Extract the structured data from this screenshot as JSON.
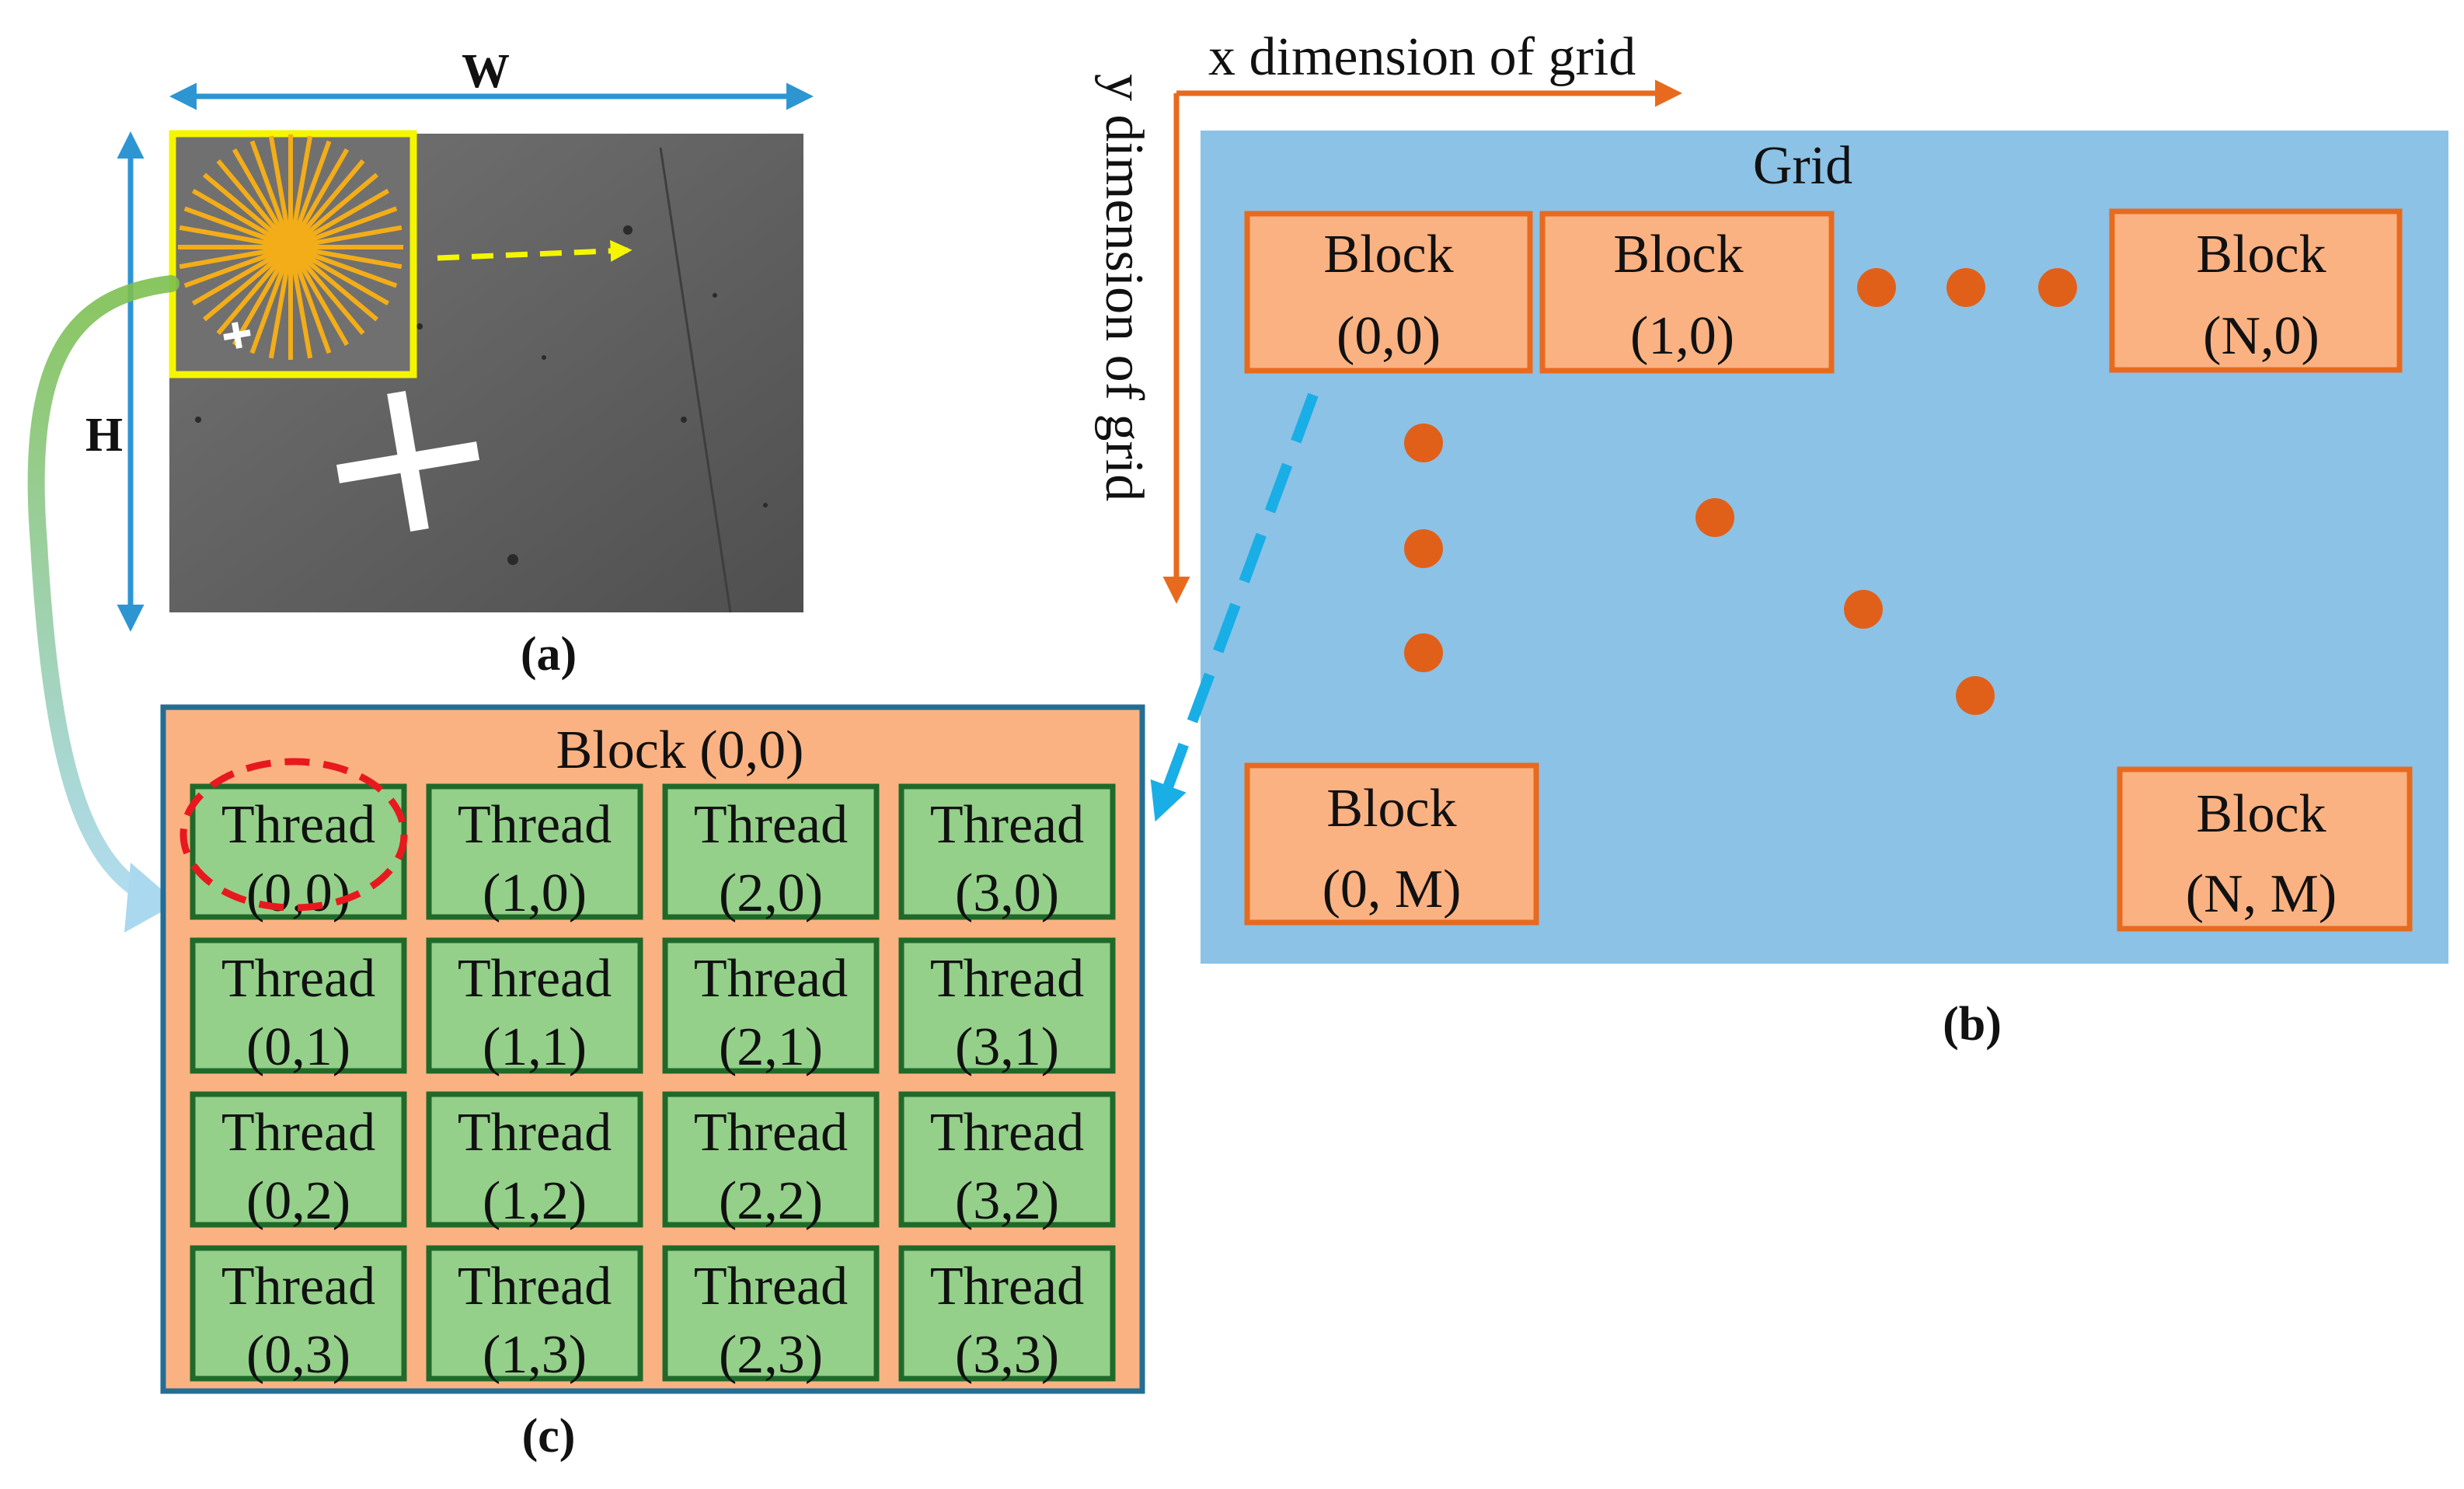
{
  "panel_a": {
    "width_label": "W",
    "height_label": "H",
    "caption": "(a)"
  },
  "panel_b": {
    "x_axis_label": "x dimension of grid",
    "y_axis_label": "y dimension of grid",
    "grid_label": "Grid",
    "caption": "(b)",
    "blocks": [
      {
        "title": "Block",
        "coord": "(0,0)"
      },
      {
        "title": "Block",
        "coord": "(1,0)"
      },
      {
        "title": "Block",
        "coord": "(N,0)"
      },
      {
        "title": "Block",
        "coord": "(0, M)"
      },
      {
        "title": "Block",
        "coord": "(N, M)"
      }
    ]
  },
  "panel_c": {
    "block_label": "Block (0,0)",
    "caption": "(c)",
    "threads": [
      {
        "title": "Thread",
        "coord": "(0,0)"
      },
      {
        "title": "Thread",
        "coord": "(1,0)"
      },
      {
        "title": "Thread",
        "coord": "(2,0)"
      },
      {
        "title": "Thread",
        "coord": "(3,0)"
      },
      {
        "title": "Thread",
        "coord": "(0,1)"
      },
      {
        "title": "Thread",
        "coord": "(1,1)"
      },
      {
        "title": "Thread",
        "coord": "(2,1)"
      },
      {
        "title": "Thread",
        "coord": "(3,1)"
      },
      {
        "title": "Thread",
        "coord": "(0,2)"
      },
      {
        "title": "Thread",
        "coord": "(1,2)"
      },
      {
        "title": "Thread",
        "coord": "(2,2)"
      },
      {
        "title": "Thread",
        "coord": "(3,2)"
      },
      {
        "title": "Thread",
        "coord": "(0,3)"
      },
      {
        "title": "Thread",
        "coord": "(1,3)"
      },
      {
        "title": "Thread",
        "coord": "(2,3)"
      },
      {
        "title": "Thread",
        "coord": "(3,3)"
      }
    ]
  },
  "colors": {
    "arrow_blue": "#2e95d3",
    "grid_bg": "#8cc2e6",
    "block_fill": "#fbb282",
    "block_stroke": "#e86a1e",
    "dot": "#e0601a",
    "thread_fill": "#94d08a",
    "thread_stroke": "#1f6a2a",
    "panel_c_border": "#246e94",
    "image_bg": "#606060",
    "highlight_yellow": "#f5f500",
    "sunburst": "#f3ad18",
    "dashed_red": "#e8191e",
    "dashed_cyan": "#19aee6"
  }
}
